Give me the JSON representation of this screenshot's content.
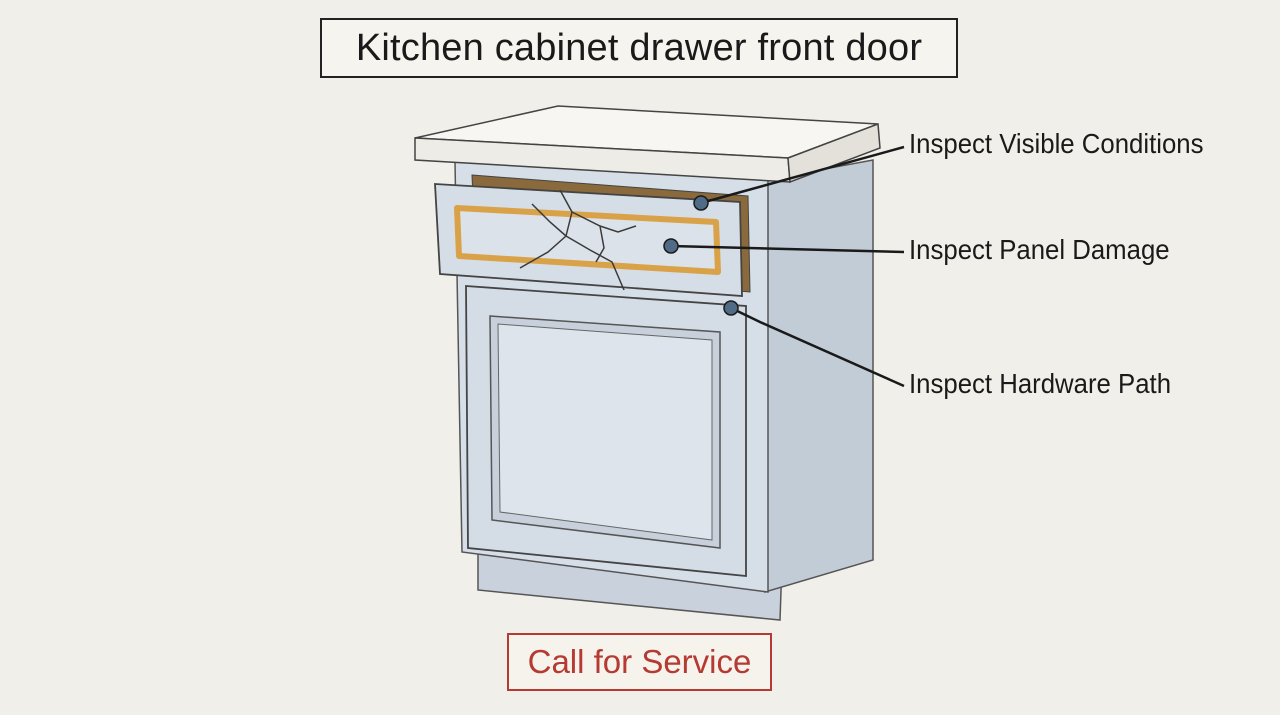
{
  "title": "Kitchen cabinet drawer front door",
  "callouts": [
    {
      "label": "Inspect Visible Conditions"
    },
    {
      "label": "Inspect Panel Damage"
    },
    {
      "label": "Inspect Hardware Path"
    }
  ],
  "action_button": {
    "label": "Call for Service"
  },
  "colors": {
    "cabinet_body": "#d6dee7",
    "cabinet_side": "#c2ccd7",
    "countertop": "#f4f3ef",
    "damage_accent": "#d9a248",
    "marker": "#4f6b85",
    "button_accent": "#b43a32"
  }
}
